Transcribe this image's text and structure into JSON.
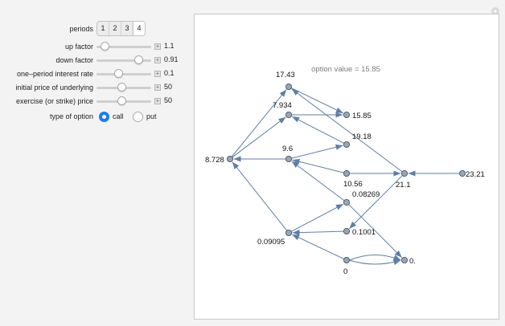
{
  "controls": {
    "periods": {
      "label": "periods",
      "options": [
        "1",
        "2",
        "3",
        "4"
      ],
      "selected": "4"
    },
    "sliders": [
      {
        "label": "up factor",
        "value": "1.1",
        "level": 0.08
      },
      {
        "label": "down factor",
        "value": "0.91",
        "level": 0.82
      },
      {
        "label": "one–period interest rate",
        "value": "0.1",
        "level": 0.38
      },
      {
        "label": "initial price of underlying",
        "value": "50",
        "level": 0.45
      },
      {
        "label": "exercise (or strike) price",
        "value": "50",
        "level": 0.45
      }
    ],
    "option_type": {
      "label": "type of option",
      "call": "call",
      "put": "put",
      "selected": "call"
    }
  },
  "graph": {
    "option_value_text": "option value = 15.85",
    "nodes": [
      {
        "id": "root",
        "label": "8.728"
      },
      {
        "id": "n9_6",
        "label": "9.6"
      },
      {
        "id": "n0_09095",
        "label": "0.09095"
      },
      {
        "id": "n7_934",
        "label": "7.934"
      },
      {
        "id": "n17_43",
        "label": "17.43"
      },
      {
        "id": "n15_85",
        "label": "15.85"
      },
      {
        "id": "n19_18",
        "label": "19.18"
      },
      {
        "id": "n10_56",
        "label": "10.56"
      },
      {
        "id": "n21_1",
        "label": "21.1"
      },
      {
        "id": "n23_21",
        "label": "23.21"
      },
      {
        "id": "n0_08269",
        "label": "0.08269"
      },
      {
        "id": "n0_1001",
        "label": "0.1001"
      },
      {
        "id": "n0_bot",
        "label": "0"
      },
      {
        "id": "n0_end",
        "label": "0."
      }
    ]
  }
}
